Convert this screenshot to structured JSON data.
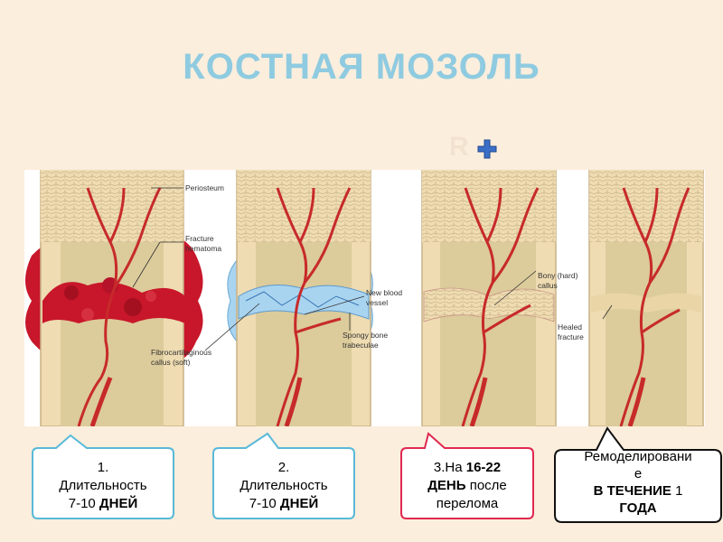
{
  "slide": {
    "title": "КОСТНАЯ МОЗОЛЬ",
    "faint_letter": "R",
    "accent_blue": "#8fcbe0",
    "plus_color": "#3b6fc7"
  },
  "figure": {
    "labels": {
      "periosteum": "Periosteum",
      "fracture_hematoma_1": "Fracture",
      "fracture_hematoma_2": "hematoma",
      "new_blood_1": "New blood",
      "new_blood_2": "vessel",
      "fibro_1": "Fibrocartilaginous",
      "fibro_2": "callus (soft)",
      "spongy_1": "Spongy bone",
      "spongy_2": "trabeculae",
      "bony_1": "Bony (hard)",
      "bony_2": "callus",
      "healed_1": "Healed",
      "healed_2": "fracture"
    },
    "colors": {
      "bone": "#efdcb2",
      "bone_edge": "#c9b286",
      "marrow": "#dccb9b",
      "hematoma": "#c8162a",
      "vessel": "#c72a2a",
      "cartilage": "#a9d4f0"
    }
  },
  "callouts": [
    {
      "line1": "1.",
      "line2": "Длительность",
      "line3_num": "7-10",
      "line3_word": " ДНЕЙ",
      "border": "#59b9d8"
    },
    {
      "line1": "2.",
      "line2": "Длительность",
      "line3_num": "7-10",
      "line3_word": " ДНЕЙ",
      "border": "#59b9d8"
    },
    {
      "line1_a": "3.На ",
      "line1_b": "16-22",
      "line2_a": "ДЕНЬ",
      "line2_b": " после",
      "line3": "перелома",
      "border": "#e0294f"
    },
    {
      "line1": "Ремоделировани",
      "line2": "е",
      "line3_a": "В ТЕЧЕНИЕ ",
      "line3_b": "1",
      "line4": "ГОДА",
      "border": "#111111"
    }
  ]
}
